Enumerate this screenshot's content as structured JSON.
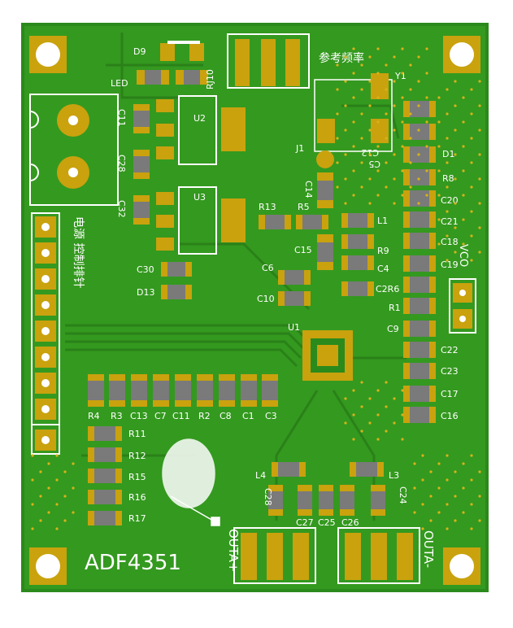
{
  "board": {
    "title": "ADF4351",
    "colors": {
      "soldermask": "#2f8f1f",
      "copper": "#3aa526",
      "gold_pad": "#c9a20e",
      "silkscreen": "#ffffff",
      "component_body": "#7a7a7a",
      "via": "#d8b21a"
    }
  },
  "labels": {
    "d9": "D9",
    "led": "LED",
    "rj10": "RJ10",
    "ref_freq": "参考频率",
    "y1": "Y1",
    "j1": "J1",
    "c11": "C11",
    "c28": "C28",
    "c32": "C32",
    "u2": "U2",
    "u3": "U3",
    "power_header": "电源 控制排针",
    "c30": "C30",
    "d13": "D13",
    "r13": "R13",
    "r5": "R5",
    "c14": "C14",
    "c15": "C15",
    "c6": "C6",
    "c10": "C10",
    "c12": "C12",
    "c5": "C5",
    "l1": "L1",
    "r9": "R9",
    "c4": "C4",
    "c2r6": "C2R6",
    "d1": "D1",
    "r8": "R8",
    "c20": "C20",
    "c21": "C21",
    "c18": "C18",
    "c19": "C19",
    "r1": "R1",
    "c9": "C9",
    "c22": "C22",
    "c23": "C23",
    "c17": "C17",
    "c16": "C16",
    "vco": "VCO",
    "u1": "U1",
    "r4": "R4",
    "r3": "R3",
    "c13": "C13",
    "c7": "C7",
    "c11b": "C11",
    "r2": "R2",
    "c8": "C8",
    "c1": "C1",
    "c3": "C3",
    "r11": "R11",
    "r12": "R12",
    "r15": "R15",
    "r16": "R16",
    "r17": "R17",
    "l4": "L4",
    "l3": "L3",
    "c28b": "C28",
    "c24": "C24",
    "c27": "C27",
    "c25": "C25",
    "c26": "C26",
    "outa_plus": "OUTA+",
    "outa_minus": "OUTA-"
  }
}
